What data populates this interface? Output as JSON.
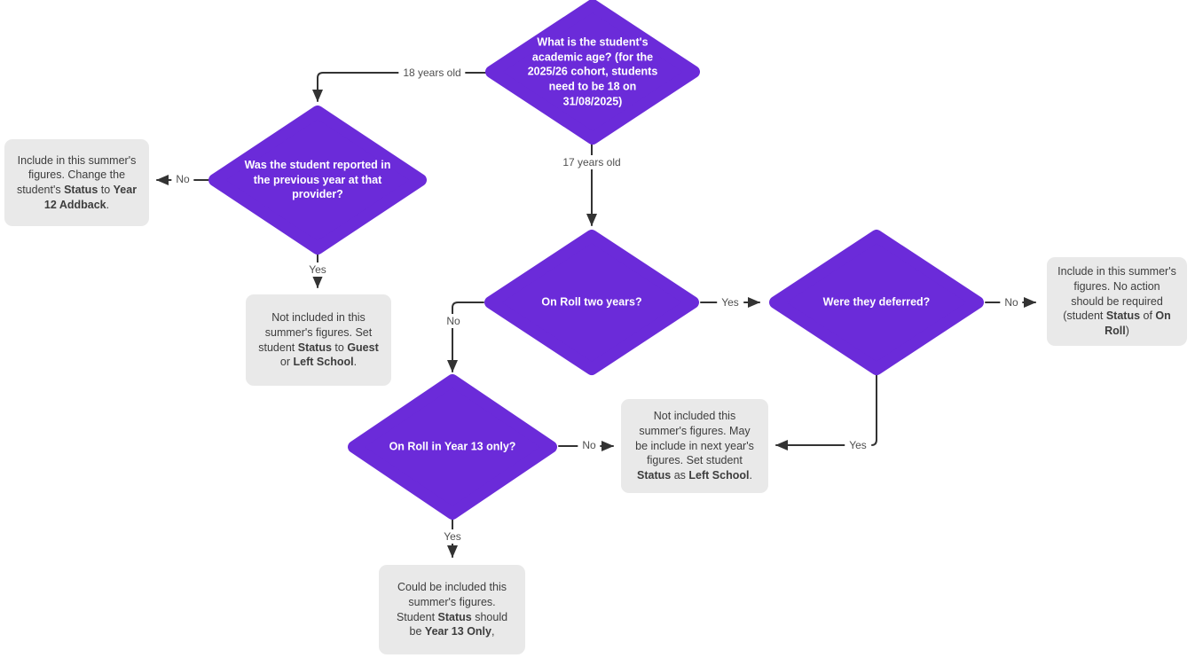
{
  "colors": {
    "diamond": "#6B2BD9",
    "box": "#e9e9e9",
    "line": "#333333",
    "boxtext": "#3d3d3d",
    "edgelabel": "#4f4f4f"
  },
  "nodes": {
    "age": {
      "label": "What is the student's academic age? (for the 2025/26 cohort, students need to be 18 on 31/08/2025)"
    },
    "reported": {
      "label": "Was the student reported in the previous year at that provider?"
    },
    "onroll2": {
      "label": "On Roll two years?"
    },
    "deferred": {
      "label": "Were they deferred?"
    },
    "year13": {
      "label": "On Roll in Year 13 only?"
    }
  },
  "boxes": {
    "year12": {
      "segments": [
        "Include in this summer's figures. Change the student's ",
        "Status",
        " to ",
        "Year 12 Addback",
        "."
      ]
    },
    "guest": {
      "segments": [
        "Not included in this summer's figures. Set student ",
        "Status",
        " to ",
        "Guest",
        " or ",
        "Left School",
        "."
      ]
    },
    "onrollkeep": {
      "segments": [
        "Include in this summer's figures. No action should be required (student ",
        "Status",
        " of ",
        "On Roll",
        ")"
      ]
    },
    "leftschool": {
      "segments": [
        "Not included this summer's figures. May be include in next year's figures. Set student ",
        "Status",
        " as ",
        "Left School",
        "."
      ]
    },
    "year13only": {
      "segments": [
        "Could be included this summer's figures. Student ",
        "Status",
        " should be ",
        "Year 13 Only",
        ","
      ]
    }
  },
  "edges": {
    "age_to_reported": "18 years old",
    "age_to_onroll2": "17 years old",
    "reported_no": "No",
    "reported_yes": "Yes",
    "onroll2_no": "No",
    "onroll2_yes": "Yes",
    "deferred_no": "No",
    "deferred_yes": "Yes",
    "year13_no": "No",
    "year13_yes": "Yes"
  }
}
